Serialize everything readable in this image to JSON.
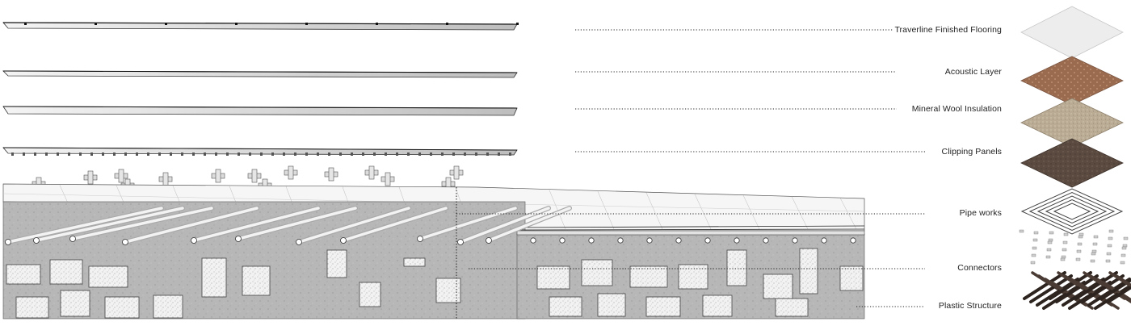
{
  "layers": [
    {
      "id": "flooring",
      "label": "Traverline Finished Flooring",
      "swatch": "#ececec"
    },
    {
      "id": "acoustic",
      "label": "Acoustic Layer",
      "swatch": "#9b6b4f"
    },
    {
      "id": "insulation",
      "label": "Mineral Wool Insulation",
      "swatch": "#b9ab94"
    },
    {
      "id": "clipping",
      "label": "Clipping Panels",
      "swatch": "#5a4a40"
    },
    {
      "id": "pipes",
      "label": "Pipe works",
      "swatch": "#444444"
    },
    {
      "id": "connectors",
      "label": "Connectors",
      "swatch": "#bbbbbb"
    },
    {
      "id": "structure",
      "label": "Plastic Structure",
      "swatch": "#3a2e28"
    }
  ]
}
